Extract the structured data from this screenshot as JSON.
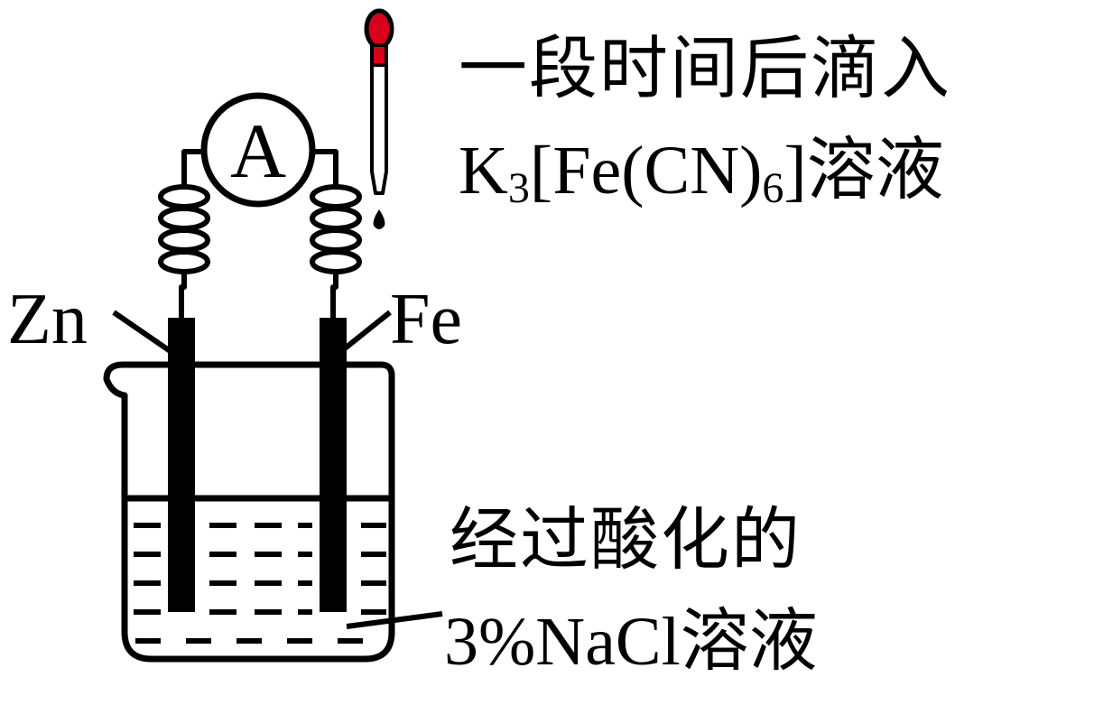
{
  "labels": {
    "ammeter": "A",
    "left_electrode": "Zn",
    "right_electrode": "Fe",
    "dropper_line1": "一段时间后滴入",
    "dropper_reagent_formula_main": "K",
    "dropper_reagent_sub1": "3",
    "dropper_reagent_mid": "[Fe(CN)",
    "dropper_reagent_sub2": "6",
    "dropper_reagent_end": "]",
    "dropper_reagent_suffix": "溶液",
    "solution_line1": "经过酸化的",
    "solution_line2_formula": "3%NaCl",
    "solution_line2_suffix": "溶液"
  },
  "colors": {
    "line": "#000000",
    "dropper_bulb": "#d9001b",
    "background": "#ffffff"
  }
}
